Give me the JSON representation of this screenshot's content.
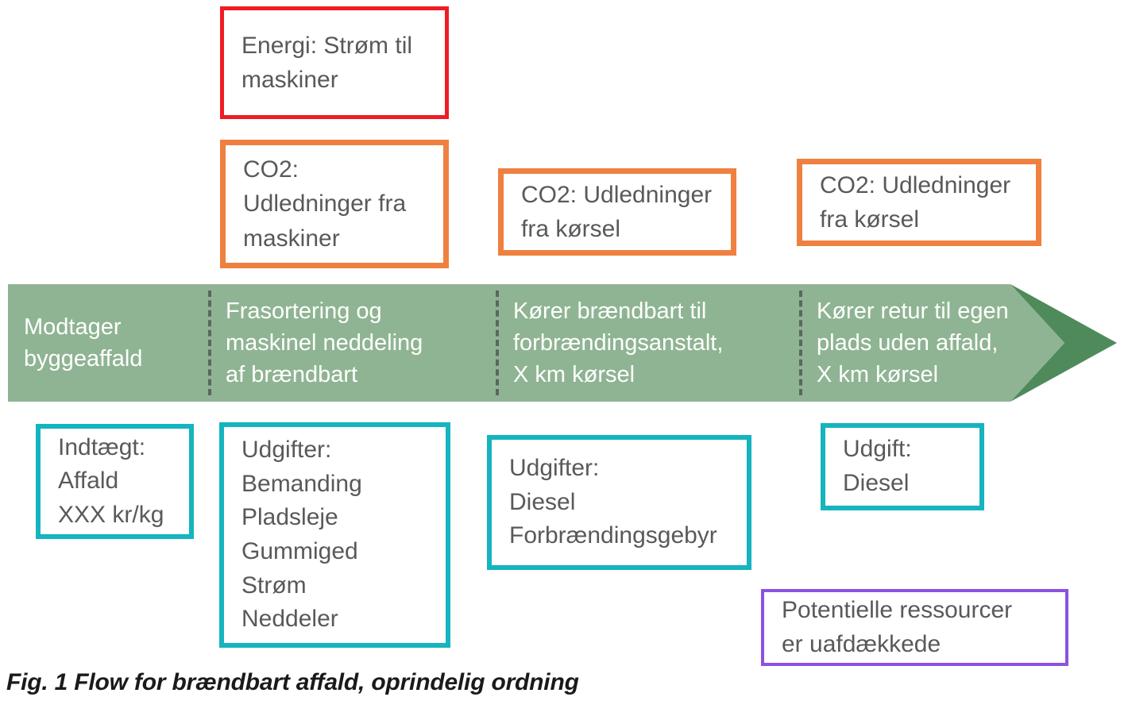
{
  "figure": {
    "caption": "Fig. 1 Flow for brændbart affald, oprindelig ordning",
    "colors": {
      "energy_red": "#ee1c25",
      "co2_orange": "#ef8040",
      "process_green": "#8fb493",
      "arrow_tip_green": "#4f8a5b",
      "cost_teal": "#15b4be",
      "resource_purple": "#8c52e0",
      "text_gray": "#58595b",
      "band_text_white": "#ffffff"
    }
  },
  "energy_boxes": [
    {
      "id": "energi-strom-til-maskiner",
      "lines": [
        "Energi: Strøm til",
        "maskiner"
      ],
      "color": "#ee1c25"
    }
  ],
  "emission_boxes": [
    {
      "id": "co2-udledninger-fra-maskiner",
      "lines": [
        "CO2:",
        "Udledninger fra",
        "maskiner"
      ],
      "color": "#ef8040"
    },
    {
      "id": "co2-udledninger-fra-korsel-1",
      "lines": [
        "CO2: Udledninger",
        "fra kørsel"
      ],
      "color": "#ef8040"
    },
    {
      "id": "co2-udledninger-fra-korsel-2",
      "lines": [
        "CO2: Udledninger",
        "fra kørsel"
      ],
      "color": "#ef8040"
    }
  ],
  "process_band": {
    "steps": [
      {
        "id": "modtager-byggeaffald",
        "lines": [
          "Modtager",
          "byggeaffald"
        ]
      },
      {
        "id": "frasortering-og-maskinel-neddeling",
        "lines": [
          "Frasortering og",
          "maskinel neddeling",
          "af brændbart"
        ]
      },
      {
        "id": "korer-braendbart-til-forbraendingsanstalt",
        "lines": [
          "Kører brændbart til",
          "forbrændingsanstalt,",
          "X km kørsel"
        ]
      },
      {
        "id": "korer-retur-til-egen-plads",
        "lines": [
          "Kører retur til egen",
          "plads uden affald,",
          "X km kørsel"
        ]
      }
    ]
  },
  "economy_boxes": [
    {
      "id": "indtaegt-affald",
      "lines": [
        "Indtægt:",
        "Affald",
        "XXX kr/kg"
      ],
      "color": "#15b4be"
    },
    {
      "id": "udgifter-bemanding",
      "lines": [
        "Udgifter:",
        "Bemanding",
        "Pladsleje",
        "Gummiged",
        "Strøm",
        "Neddeler"
      ],
      "color": "#15b4be"
    },
    {
      "id": "udgifter-diesel-forbraendingsgebyr",
      "lines": [
        "Udgifter:",
        "Diesel",
        "Forbrændingsgebyr"
      ],
      "color": "#15b4be"
    },
    {
      "id": "udgift-diesel",
      "lines": [
        "Udgift:",
        "Diesel"
      ],
      "color": "#15b4be"
    }
  ],
  "resource_boxes": [
    {
      "id": "potentielle-ressourcer-uafdaekkede",
      "lines": [
        "Potentielle ressourcer",
        "er uafdækkede"
      ],
      "color": "#8c52e0"
    }
  ]
}
